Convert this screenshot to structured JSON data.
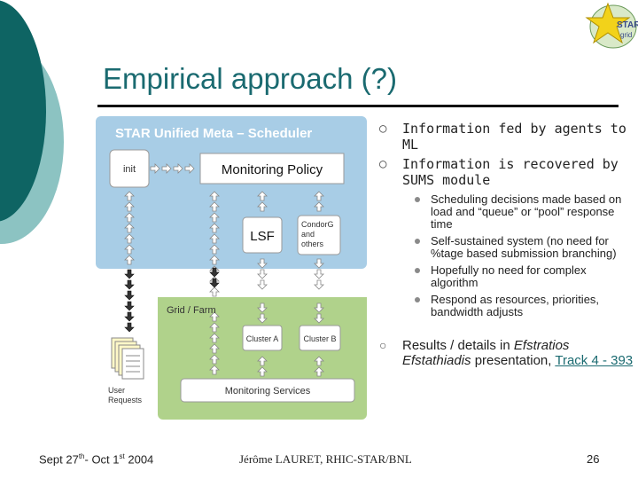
{
  "slide": {
    "title": "Empirical approach (?)",
    "page_number": "26"
  },
  "logo": {
    "text": "STAR",
    "subtext": "grid"
  },
  "diagram": {
    "header": "STAR Unified Meta – Scheduler",
    "init": "init",
    "monitoring_policy": "Monitoring Policy",
    "lsf": "LSF",
    "condorg": [
      "CondorG",
      "and",
      "others"
    ],
    "grid_farm": "Grid / Farm",
    "cluster_a": "Cluster A",
    "cluster_b": "Cluster B",
    "monitoring_services": "Monitoring Services",
    "user_requests": [
      "User",
      "Requests"
    ]
  },
  "bullets": {
    "main": [
      "Information fed by agents to ML",
      "Information is recovered by SUMS module"
    ],
    "sub": [
      "Scheduling decisions made based on load and “queue” or “pool” response time",
      "Self-sustained system (no need for %tage based submission branching)",
      "Hopefully no need for complex algorithm",
      "Respond as resources, priorities, bandwidth adjusts"
    ],
    "results_prefix": "Results / details in ",
    "results_author": "Efstratios Efstathiadis",
    "results_mid": " presentation, ",
    "results_link": "Track 4 - 393"
  },
  "footer": {
    "date_a": "Sept 27",
    "date_a_sup": "th",
    "date_b": "- Oct 1",
    "date_b_sup": "st",
    "date_c": " 2004",
    "author": "Jérôme LAURET, RHIC-STAR/BNL"
  },
  "colors": {
    "teal_dark": "#0e6463",
    "teal_light": "#8cc3c2",
    "title": "#1a6a70",
    "blue_box": "#a8cde6",
    "green_box": "#b0d28b"
  }
}
